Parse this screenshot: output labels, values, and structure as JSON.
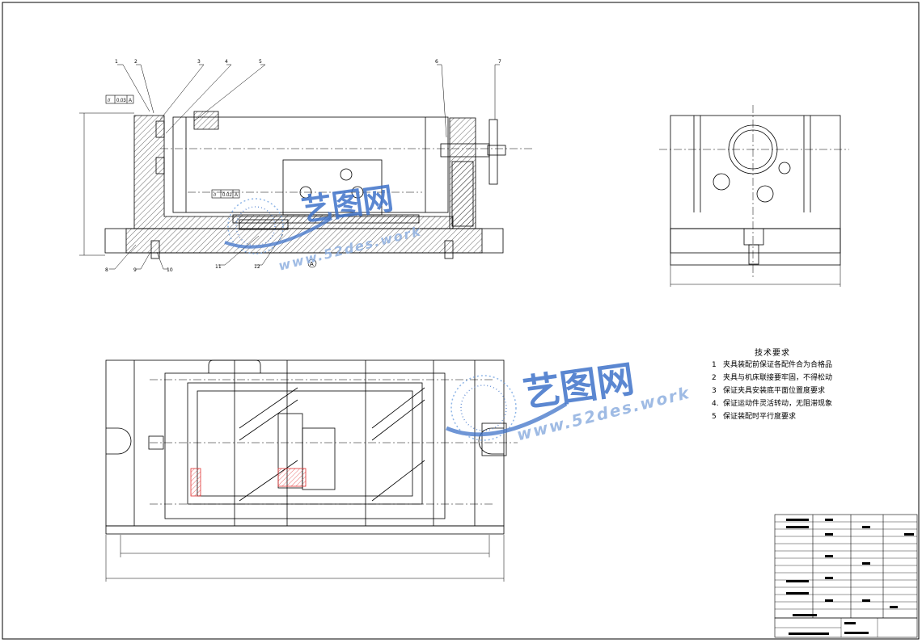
{
  "tech_requirements": {
    "title": "技术要求",
    "items": [
      {
        "num": "1",
        "text": "夹具装配前保证各配件合为合格品"
      },
      {
        "num": "2",
        "text": "夹具与机床联接要牢固，不得松动"
      },
      {
        "num": "3",
        "text": "保证夹具安装底平面位置度要求"
      },
      {
        "num": "4.",
        "text": "保证运动件灵活转动，无阻滞现象"
      },
      {
        "num": "5",
        "text": "保证装配时平行度要求"
      }
    ]
  },
  "watermark": {
    "brand_cn": "艺图网",
    "brand_url": "www.52des.work",
    "color": "#3f73c9"
  },
  "part_labels": [
    "1",
    "2",
    "3",
    "4",
    "5",
    "6",
    "7",
    "8",
    "9",
    "10",
    "11",
    "12"
  ],
  "datum_label": "A",
  "tolerance_frames": [
    {
      "symbol": "//",
      "value": "0.03",
      "datum": "A"
    },
    {
      "symbol": "//",
      "value": "0.02",
      "datum": "A"
    }
  ]
}
